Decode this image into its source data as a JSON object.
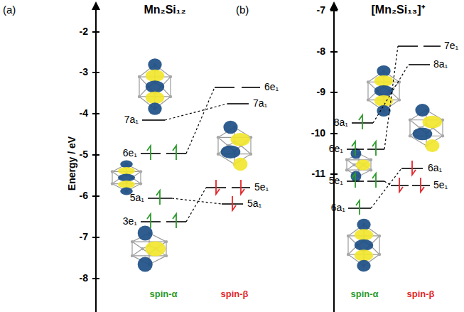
{
  "diagram": {
    "labels": [
      "(a)",
      "Mn₂Si₁₂",
      "Energy / eV",
      "-2",
      "-3",
      "-4",
      "-5",
      "-6",
      "-7",
      "-8",
      "7a₁",
      "6e₁",
      "5a₁",
      "3e₁",
      "6e₁",
      "7a₁",
      "5e₁",
      "5a₁",
      "spin-α",
      "spin-β",
      "(b)",
      "[Mn₂Si₁₃]⁺",
      "-7",
      "-8",
      "-9",
      "-10",
      "-11",
      "8a₁",
      "6e₁",
      "5e₁",
      "6a₁",
      "7e₁",
      "8a₁",
      "6a₁",
      "5e₁",
      "spin-α",
      "spin-β"
    ]
  }
}
